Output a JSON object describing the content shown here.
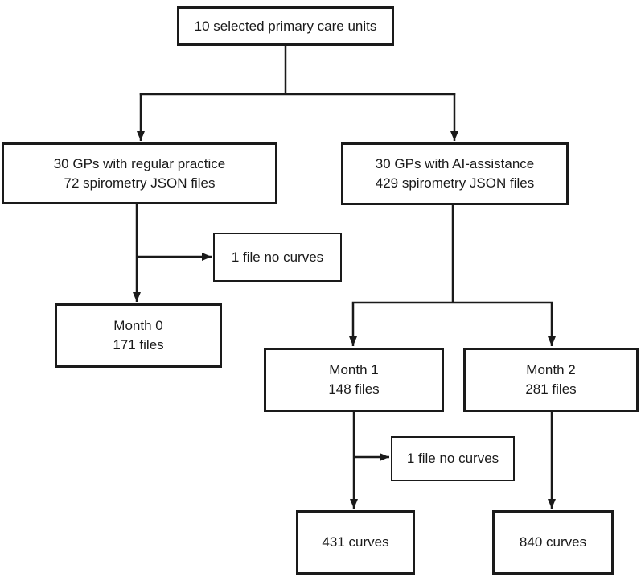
{
  "diagram": {
    "type": "flowchart",
    "background": "#ffffff",
    "line_color": "#1a1a1a",
    "box_fill": "#ffffff",
    "nodes": {
      "primary_care_units": {
        "lines": [
          "10 selected primary care units"
        ]
      },
      "regular_practice": {
        "lines": [
          "30 GPs with regular practice",
          "72 spirometry JSON files"
        ]
      },
      "ai_assistance": {
        "lines": [
          "30 GPs with AI-assistance",
          "429 spirometry JSON files"
        ]
      },
      "no_curves_regular": {
        "lines": [
          "1 file no curves"
        ]
      },
      "month_0": {
        "lines": [
          "Month 0",
          "171 files"
        ]
      },
      "month_1": {
        "lines": [
          "Month 1",
          "148 files"
        ]
      },
      "month_2": {
        "lines": [
          "Month 2",
          "281 files"
        ]
      },
      "no_curves_month_1": {
        "lines": [
          "1 file no curves"
        ]
      },
      "curves_431": {
        "lines": [
          "431 curves"
        ]
      },
      "curves_840": {
        "lines": [
          "840 curves"
        ]
      }
    },
    "edges": [
      {
        "from": "primary_care_units",
        "to": "regular_practice"
      },
      {
        "from": "primary_care_units",
        "to": "ai_assistance"
      },
      {
        "from": "regular_practice",
        "to": "no_curves_regular"
      },
      {
        "from": "regular_practice",
        "to": "month_0"
      },
      {
        "from": "ai_assistance",
        "to": "month_1"
      },
      {
        "from": "ai_assistance",
        "to": "month_2"
      },
      {
        "from": "month_1",
        "to": "no_curves_month_1"
      },
      {
        "from": "month_1",
        "to": "curves_431"
      },
      {
        "from": "month_2",
        "to": "curves_840"
      }
    ]
  }
}
